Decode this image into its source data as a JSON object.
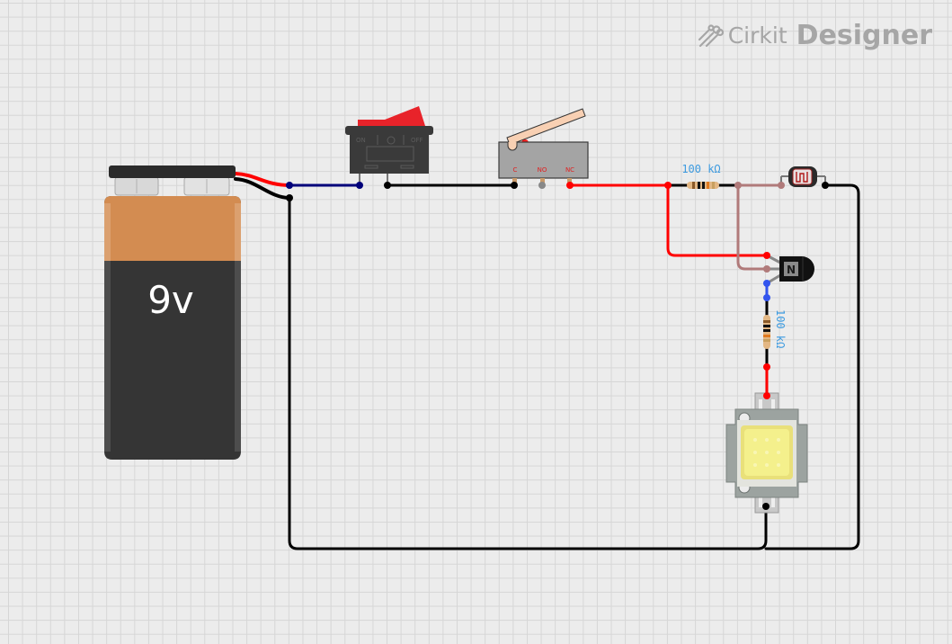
{
  "app": {
    "brand_name": "Cirkit",
    "brand_product": "Designer",
    "logo_icon": "circuit-traces-icon"
  },
  "components": {
    "battery": {
      "type": "9V battery",
      "label": "9v",
      "colors": {
        "top": "#d38c51",
        "body": "#353535",
        "cap": "#2b2b2b"
      }
    },
    "rocker_switch": {
      "type": "rocker switch",
      "on_label": "ON",
      "off_label": "OFF",
      "actuator_color": "#e8232a"
    },
    "micro_switch": {
      "type": "micro limit switch",
      "pins": [
        "C",
        "NO",
        "NC"
      ],
      "lever_color": "#f8d0b3"
    },
    "resistor_1": {
      "type": "resistor",
      "label": "100 kΩ"
    },
    "ldr": {
      "type": "photoresistor (LDR)"
    },
    "transistor": {
      "type": "NPN transistor",
      "marking": "N"
    },
    "resistor_2": {
      "type": "resistor",
      "label": "100 kΩ"
    },
    "power_led": {
      "type": "high-power LED chip (10W COB)"
    }
  },
  "wire_colors": {
    "black": "#000000",
    "red": "#ff0000",
    "navy": "#00007a",
    "brown": "#b07a7a",
    "blue": "#3355ee"
  }
}
